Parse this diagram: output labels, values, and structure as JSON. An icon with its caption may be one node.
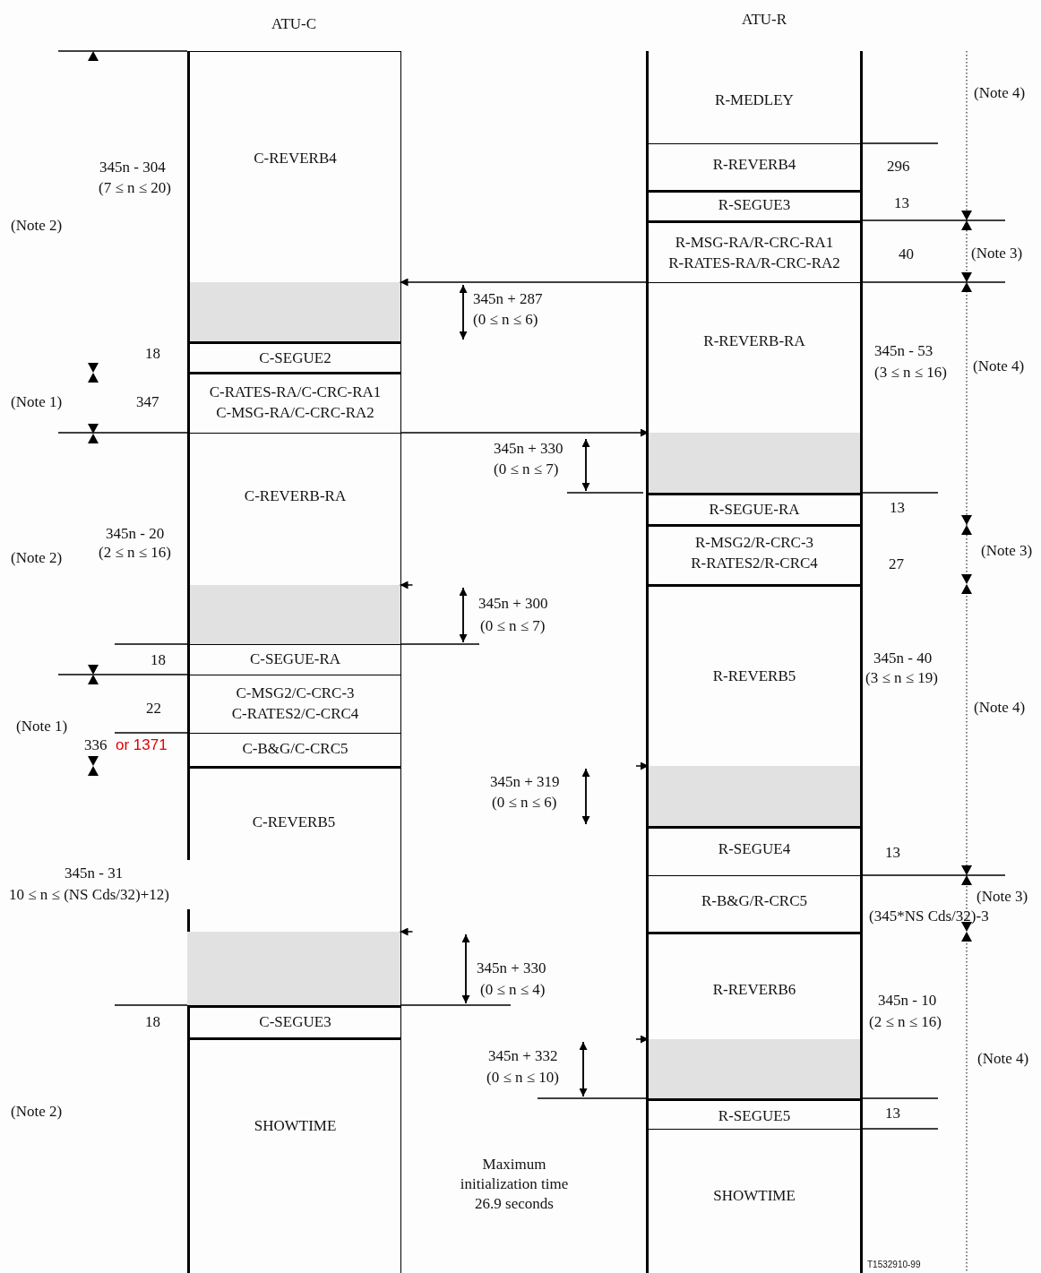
{
  "diagram": {
    "nodes": [
      {
        "text": [
          "C-REVERB4"
        ],
        "beside": [
          "345n - 304",
          "(7 ≤ n ≤ 20)"
        ]
      },
      {
        "text": [
          "C-SEGUE2"
        ],
        "beside": [
          "18"
        ]
      },
      {
        "text": [
          "C-RATES-RA/C-CRC-RA1",
          "C-MSG-RA/C-CRC-RA2"
        ],
        "beside": [
          "347"
        ]
      },
      {
        "text": [
          "C-REVERB-RA"
        ],
        "beside": [
          "345n - 20",
          "(2 ≤ n ≤ 16)"
        ]
      },
      {
        "text": [
          "C-SEGUE-RA"
        ],
        "beside": [
          "18"
        ]
      },
      {
        "text": [
          "C-MSG2/C-CRC-3",
          "C-RATES2/C-CRC4"
        ],
        "beside": [
          "22"
        ]
      },
      {
        "text": [
          "C-B&G/C-CRC5"
        ],
        "beside": [
          "336",
          "or 1371"
        ]
      },
      {
        "text": [
          "C-REVERB5"
        ],
        "beside": [
          "345n - 31",
          "10 ≤ n ≤ (NS Cds/32)+12)"
        ]
      },
      {
        "text": [
          "C-SEGUE3"
        ],
        "beside": [
          "18"
        ]
      },
      {
        "text": [
          "SHOWTIME"
        ]
      },
      {
        "text": [
          "R-MEDLEY"
        ]
      },
      {
        "text": [
          "R-REVERB4"
        ],
        "beside": [
          "296"
        ]
      },
      {
        "text": [
          "R-SEGUE3"
        ],
        "beside": [
          "13"
        ]
      },
      {
        "text": [
          "R-MSG-RA/R-CRC-RA1",
          "R-RATES-RA/R-CRC-RA2"
        ],
        "beside": [
          "40"
        ]
      },
      {
        "text": [
          "R-REVERB-RA"
        ],
        "beside": [
          "345n - 53",
          "(3 ≤ n ≤ 16)"
        ]
      },
      {
        "text": [
          "R-SEGUE-RA"
        ],
        "beside": [
          "13"
        ]
      },
      {
        "text": [
          "R-MSG2/R-CRC-3",
          "R-RATES2/R-CRC4"
        ],
        "beside": [
          "27"
        ]
      },
      {
        "text": [
          "R-REVERB5"
        ],
        "beside": [
          "345n - 40",
          "(3 ≤ n ≤ 19)"
        ]
      },
      {
        "text": [
          "R-SEGUE4"
        ],
        "beside": [
          "13"
        ]
      },
      {
        "text": [
          "R-B&G/R-CRC5"
        ],
        "beside": [
          "(345*NS Cds/32)-3"
        ]
      },
      {
        "text": [
          "R-REVERB6"
        ],
        "beside": [
          "345n - 10",
          "(2 ≤ n ≤ 16)"
        ]
      },
      {
        "text": [
          "R-SEGUE5"
        ],
        "beside": [
          "13"
        ]
      },
      {
        "text": [
          "SHOWTIME"
        ]
      },
      {
        "text": [],
        "shape": "box",
        "in": 0
      },
      {
        "text": [],
        "shape": "box",
        "in": 3
      },
      {
        "text": [],
        "shape": "box",
        "in": 7
      },
      {
        "text": [],
        "shape": "box",
        "in": 14
      },
      {
        "text": [],
        "shape": "box",
        "in": 17
      },
      {
        "text": [],
        "shape": "box",
        "in": 20
      }
    ],
    "edges": [
      {
        "from": 14,
        "to": 23,
        "arrow": "to"
      },
      {
        "from": 2,
        "to": 26,
        "arrow": "to"
      },
      {
        "from": null,
        "to": 24,
        "arrow": "to"
      },
      {
        "from": null,
        "to": 27,
        "arrow": "to"
      },
      {
        "from": null,
        "to": 25,
        "arrow": "to"
      },
      {
        "from": null,
        "to": 28,
        "arrow": "to"
      }
    ],
    "labels": [
      "ATU-C",
      "ATU-R",
      "(Note 4)",
      "(Note 2)",
      "(Note 3)",
      "345n + 287",
      "(0 ≤ n ≤ 6)",
      "(Note 4)",
      "(Note 1)",
      "345n + 330",
      "(0 ≤ n ≤ 7)",
      "(Note 2)",
      "(Note 3)",
      "345n + 300",
      "(0 ≤ n ≤ 7)",
      "(Note 4)",
      "(Note 1)",
      "345n + 319",
      "(0 ≤ n ≤ 6)",
      "(Note 3)",
      "345n + 330",
      "(0 ≤ n ≤ 4)",
      "345n + 332",
      "(0 ≤ n ≤ 10)",
      "(Note 4)",
      "(Note 2)",
      "Maximum initialization time 26.9 seconds",
      "T1532910-99"
    ]
  }
}
